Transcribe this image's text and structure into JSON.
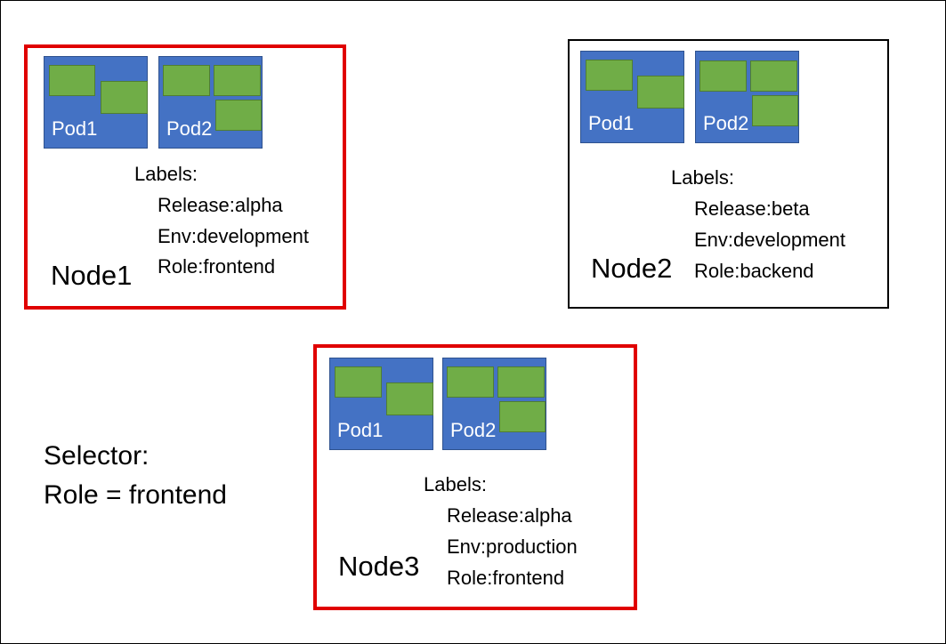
{
  "nodes": [
    {
      "name": "Node1",
      "pods": [
        "Pod1",
        "Pod2"
      ],
      "labels_title": "Labels:",
      "labels": [
        "Release:alpha",
        "Env:development",
        "Role:frontend"
      ],
      "selected": true
    },
    {
      "name": "Node2",
      "pods": [
        "Pod1",
        "Pod2"
      ],
      "labels_title": "Labels:",
      "labels": [
        "Release:beta",
        "Env:development",
        "Role:backend"
      ],
      "selected": false
    },
    {
      "name": "Node3",
      "pods": [
        "Pod1",
        "Pod2"
      ],
      "labels_title": "Labels:",
      "labels": [
        "Release:alpha",
        "Env:production",
        "Role:frontend"
      ],
      "selected": true
    }
  ],
  "selector": {
    "line1": "Selector:",
    "line2": "Role = frontend"
  },
  "colors": {
    "selected_border": "#e00000",
    "node_border": "#000000",
    "pod_fill": "#4472c4",
    "container_fill": "#70ad47"
  }
}
